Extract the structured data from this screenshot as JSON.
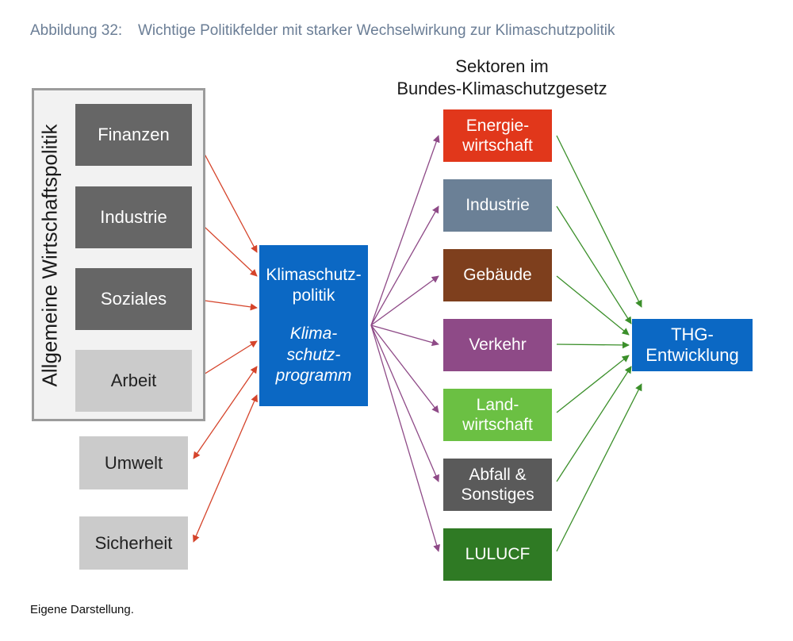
{
  "caption": {
    "number": "Abbildung 32:",
    "title": "Wichtige Politikfelder mit starker Wechselwirkung zur Klimaschutzpolitik"
  },
  "group_label": "Allgemeine Wirtschaftspolitik",
  "policy_fields": [
    {
      "label": "Finanzen",
      "style": "dark"
    },
    {
      "label": "Industrie",
      "style": "dark"
    },
    {
      "label": "Soziales",
      "style": "dark"
    },
    {
      "label": "Arbeit",
      "style": "light"
    },
    {
      "label": "Umwelt",
      "style": "light"
    },
    {
      "label": "Sicherheit",
      "style": "light"
    }
  ],
  "center": {
    "title_line1": "Klimaschutz-",
    "title_line2": "politik",
    "sub_line1": "Klima-",
    "sub_line2": "schutz-",
    "sub_line3": "programm"
  },
  "sectors_heading": {
    "line1": "Sektoren im",
    "line2": "Bundes-Klimaschutzgesetz"
  },
  "sectors": [
    {
      "line1": "Energie-",
      "line2": "wirtschaft",
      "color": "#e1371b"
    },
    {
      "line1": "Industrie",
      "line2": "",
      "color": "#6b8096"
    },
    {
      "line1": "Gebäude",
      "line2": "",
      "color": "#7e3f1d"
    },
    {
      "line1": "Verkehr",
      "line2": "",
      "color": "#8e4a87"
    },
    {
      "line1": "Land-",
      "line2": "wirtschaft",
      "color": "#6bc043"
    },
    {
      "line1": "Abfall &",
      "line2": "Sonstiges",
      "color": "#5a5a5a"
    },
    {
      "line1": "LULUCF",
      "line2": "",
      "color": "#2f7a24"
    }
  ],
  "target": {
    "line1": "THG-",
    "line2": "Entwicklung"
  },
  "source": "Eigene Darstellung.",
  "colors": {
    "policy_arrow": "#d5442b",
    "sector_arrow": "#8e4a87",
    "target_arrow": "#3b8f2a",
    "center_box": "#0b68c4"
  }
}
